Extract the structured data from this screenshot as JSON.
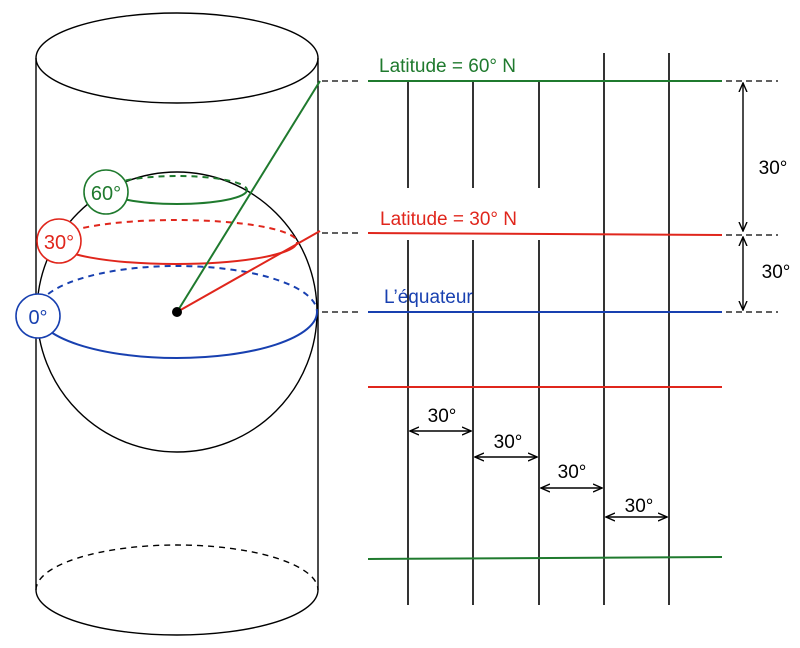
{
  "colors": {
    "green": "#1f7a2e",
    "red": "#e0261c",
    "blue": "#1840b0",
    "black": "#000000"
  },
  "labels": {
    "lat60_circle": "60°",
    "lat30_circle": "30°",
    "equator_circle": "0°",
    "lat60_line": "Latitude = 60° N",
    "lat30_line": "Latitude = 30° N",
    "equator_line": "L’équateur",
    "vertical_spacing_upper": "30°",
    "vertical_spacing_lower": "30°",
    "horizontal_spacings": [
      "30°",
      "30°",
      "30°",
      "30°"
    ]
  }
}
